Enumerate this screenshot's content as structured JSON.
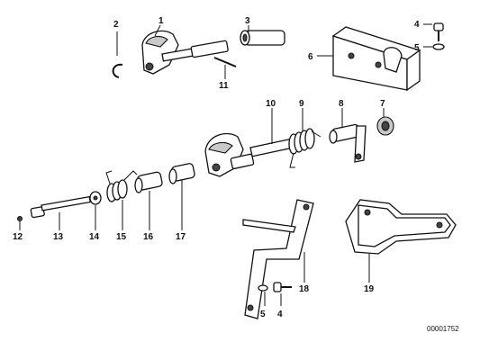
{
  "labels": {
    "l1": "1",
    "l2": "2",
    "l3": "3",
    "l4a": "4",
    "l5a": "5",
    "l6": "6",
    "l7": "7",
    "l8": "8",
    "l9": "9",
    "l10": "10",
    "l11": "11",
    "l12": "12",
    "l13": "13",
    "l14": "14",
    "l15": "15",
    "l16": "16",
    "l17": "17",
    "l18": "18",
    "l19": "19",
    "l5b": "5",
    "l4b": "4"
  },
  "catalog_number": "00001752"
}
